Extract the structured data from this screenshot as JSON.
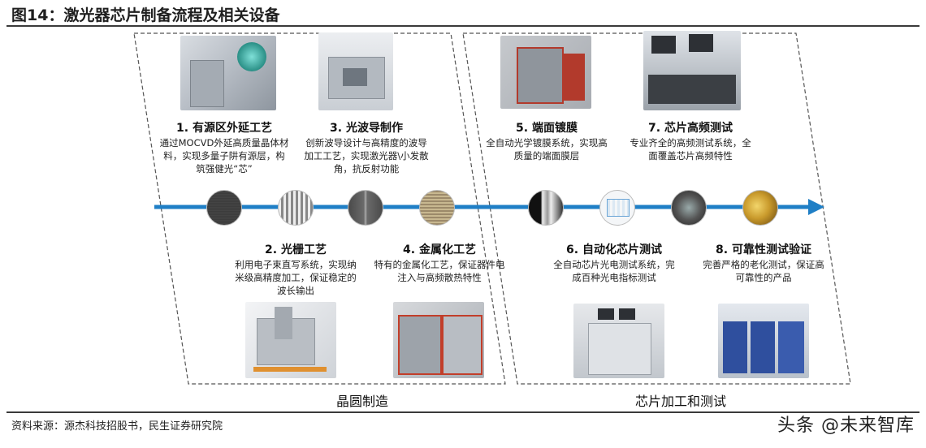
{
  "header": {
    "title": "图14：激光器芯片制备流程及相关设备"
  },
  "sections": [
    {
      "label": "晶圆制造"
    },
    {
      "label": "芯片加工和测试"
    }
  ],
  "steps": [
    {
      "title": "1. 有源区外延工艺",
      "desc": "通过MOCVD外延高质量晶体材料，实现多量子阱有源层，构筑强健光“芯”"
    },
    {
      "title": "2. 光栅工艺",
      "desc": "利用电子束直写系统，实现纳米级高精度加工，保证稳定的波长输出"
    },
    {
      "title": "3. 光波导制作",
      "desc": "创新波导设计与高精度的波导加工工艺，实现激光器\\小发散角，抗反射功能"
    },
    {
      "title": "4. 金属化工艺",
      "desc": "特有的金属化工艺，保证器件电注入与高频散热特性"
    },
    {
      "title": "5. 端面镀膜",
      "desc": "全自动光学镀膜系统，实现高质量的端面膜层"
    },
    {
      "title": "6. 自动化芯片测试",
      "desc": "全自动芯片光电测试系统，完成百种光电指标测试"
    },
    {
      "title": "7. 芯片高频测试",
      "desc": "专业齐全的高频测试系统，全面覆盖芯片高频特性"
    },
    {
      "title": "8. 可靠性测试验证",
      "desc": "完善严格的老化测试，保证高可靠性的产品"
    }
  ],
  "footer": {
    "source": "资料来源：源杰科技招股书，民生证券研究院",
    "watermark": "头条 @未来智库"
  },
  "colors": {
    "arrow": "#1f7fc6",
    "frame": "#555555"
  }
}
